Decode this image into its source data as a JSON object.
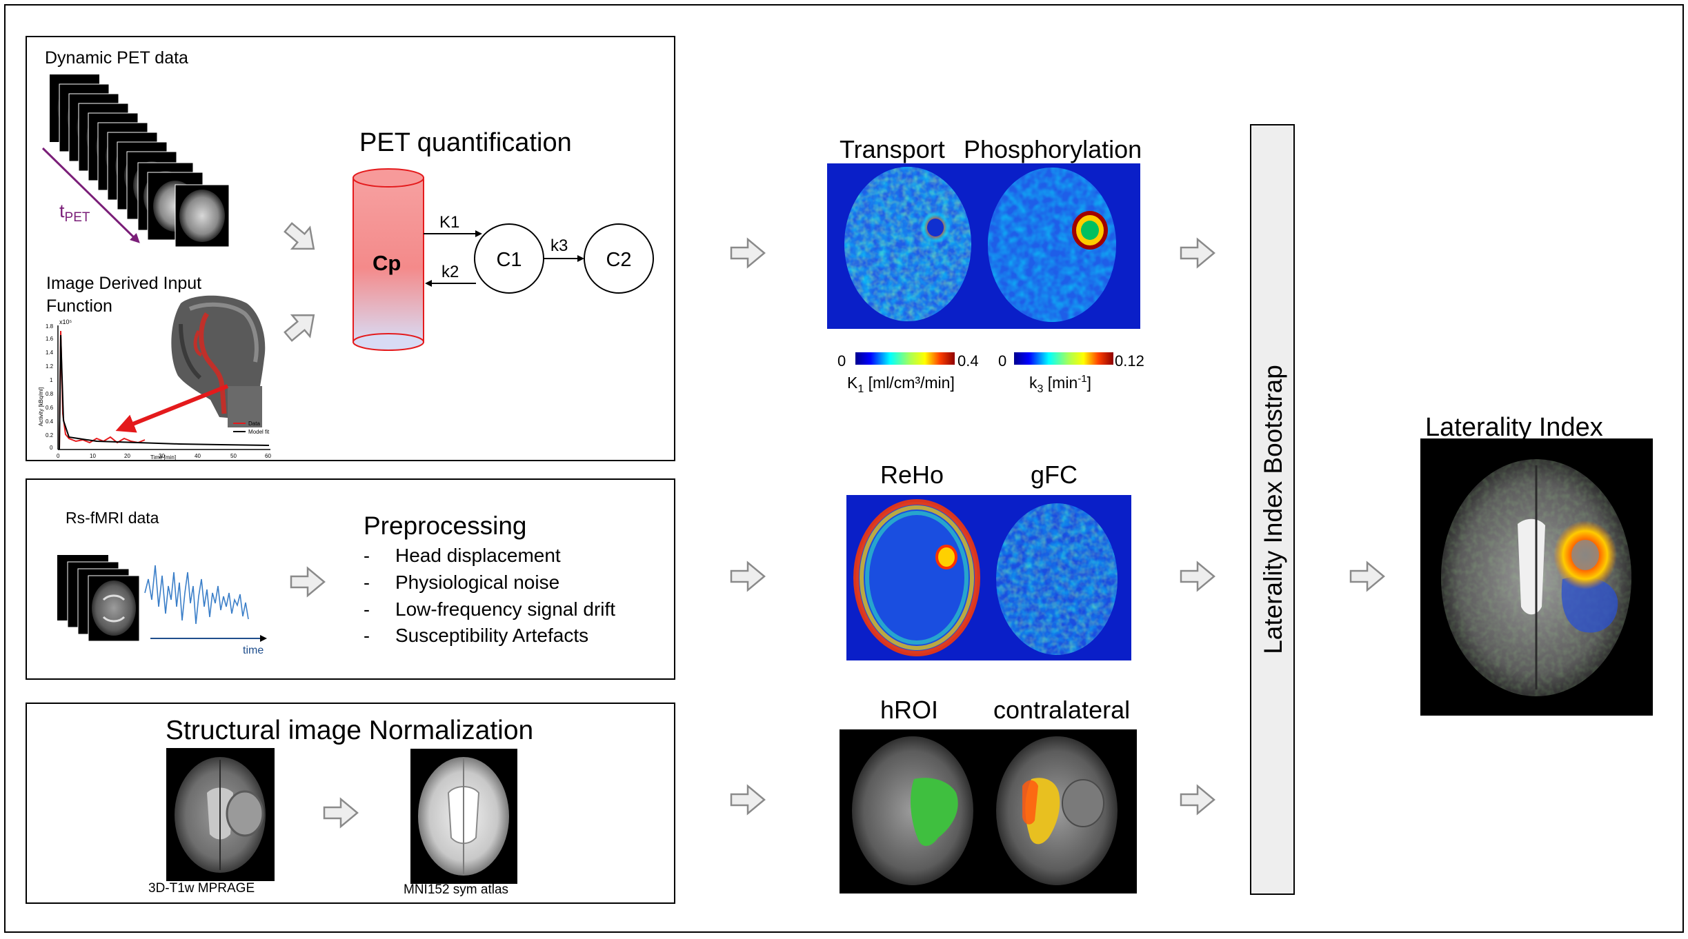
{
  "pet_panel": {
    "dynamic_pet_label": "Dynamic PET data",
    "t_symbol": "t",
    "t_subscript": "PET",
    "idif_label_line1": "Image Derived Input",
    "idif_label_line2": "Function",
    "quant_title": "PET quantification",
    "compartments": {
      "cp": "Cp",
      "c1": "C1",
      "c2": "C2"
    },
    "rate_constants": {
      "k1": "K1",
      "k2": "k2",
      "k3": "k3"
    },
    "curve_legend": {
      "data": "Data",
      "model": "Model fit"
    },
    "curve_xlabel": "Time [min]",
    "curve_ylabel": "Activity [kBq/ml]",
    "curve_exponent": "x10⁵",
    "curve_xticks": [
      "0",
      "10",
      "20",
      "30",
      "40",
      "50",
      "60"
    ],
    "curve_yticks": [
      "0",
      "0.2",
      "0.4",
      "0.6",
      "0.8",
      "1",
      "1.2",
      "1.4",
      "1.6",
      "1.8"
    ]
  },
  "fmri_panel": {
    "data_label": "Rs-fMRI data",
    "time_label": "time",
    "preproc_title": "Preprocessing",
    "bullet_char": "-",
    "steps": [
      "Head displacement",
      "Physiological noise",
      "Low-frequency signal drift",
      "Susceptibility Artefacts"
    ]
  },
  "struct_panel": {
    "title": "Structural image Normalization",
    "input_label": "3D-T1w MPRAGE",
    "atlas_label": "MNI152 sym atlas"
  },
  "maps": {
    "pet_titles": {
      "left": "Transport",
      "right": "Phosphorylation"
    },
    "k1_bar": {
      "min": "0",
      "max": "0.4",
      "label_prefix": "K",
      "label_sub": "1",
      "label_suffix": " [ml/cm³/min]"
    },
    "k3_bar": {
      "min": "0",
      "max": "0.12",
      "label_prefix": "k",
      "label_sub": "3",
      "label_mid": " [min",
      "label_sup": "-1",
      "label_end": "]"
    },
    "fmri_titles": {
      "left": "ReHo",
      "right": "gFC"
    },
    "roi_titles": {
      "left": "hROI",
      "right": "contralateral"
    }
  },
  "bootstrap_label": "Laterality Index Bootstrap",
  "result_title": "Laterality Index",
  "colors": {
    "border": "#000000",
    "arrow_fill": "#eeeeee",
    "arrow_stroke": "#8a8a8a",
    "purple": "#7a1e78",
    "red": "#e41a1c",
    "cp_top": "#f48a8a",
    "cp_bottom": "#d5d7f2",
    "map_bg": "#0a1fc8",
    "blue_text": "#1f4e8c",
    "bar_fill": "#eeeeee"
  }
}
